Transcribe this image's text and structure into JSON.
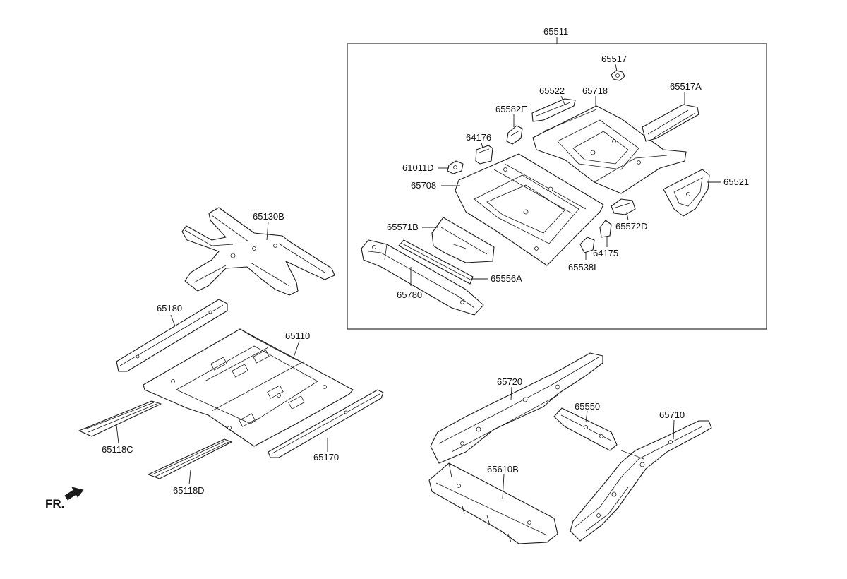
{
  "labels": {
    "p65511": "65511",
    "p65517": "65517",
    "p65522": "65522",
    "p65718": "65718",
    "p65517A": "65517A",
    "p65582E": "65582E",
    "p64176": "64176",
    "p61011D": "61011D",
    "p65708": "65708",
    "p65521": "65521",
    "p65572D": "65572D",
    "p65571B": "65571B",
    "p64175": "64175",
    "p65538L": "65538L",
    "p65556A": "65556A",
    "p65780": "65780",
    "p65130B": "65130B",
    "p65180": "65180",
    "p65110": "65110",
    "p65118C": "65118C",
    "p65170": "65170",
    "p65118D": "65118D",
    "p65720": "65720",
    "p65550": "65550",
    "p65710": "65710",
    "p65610B": "65610B"
  },
  "direction": {
    "text": "FR.",
    "icon": "arrow-icon"
  }
}
